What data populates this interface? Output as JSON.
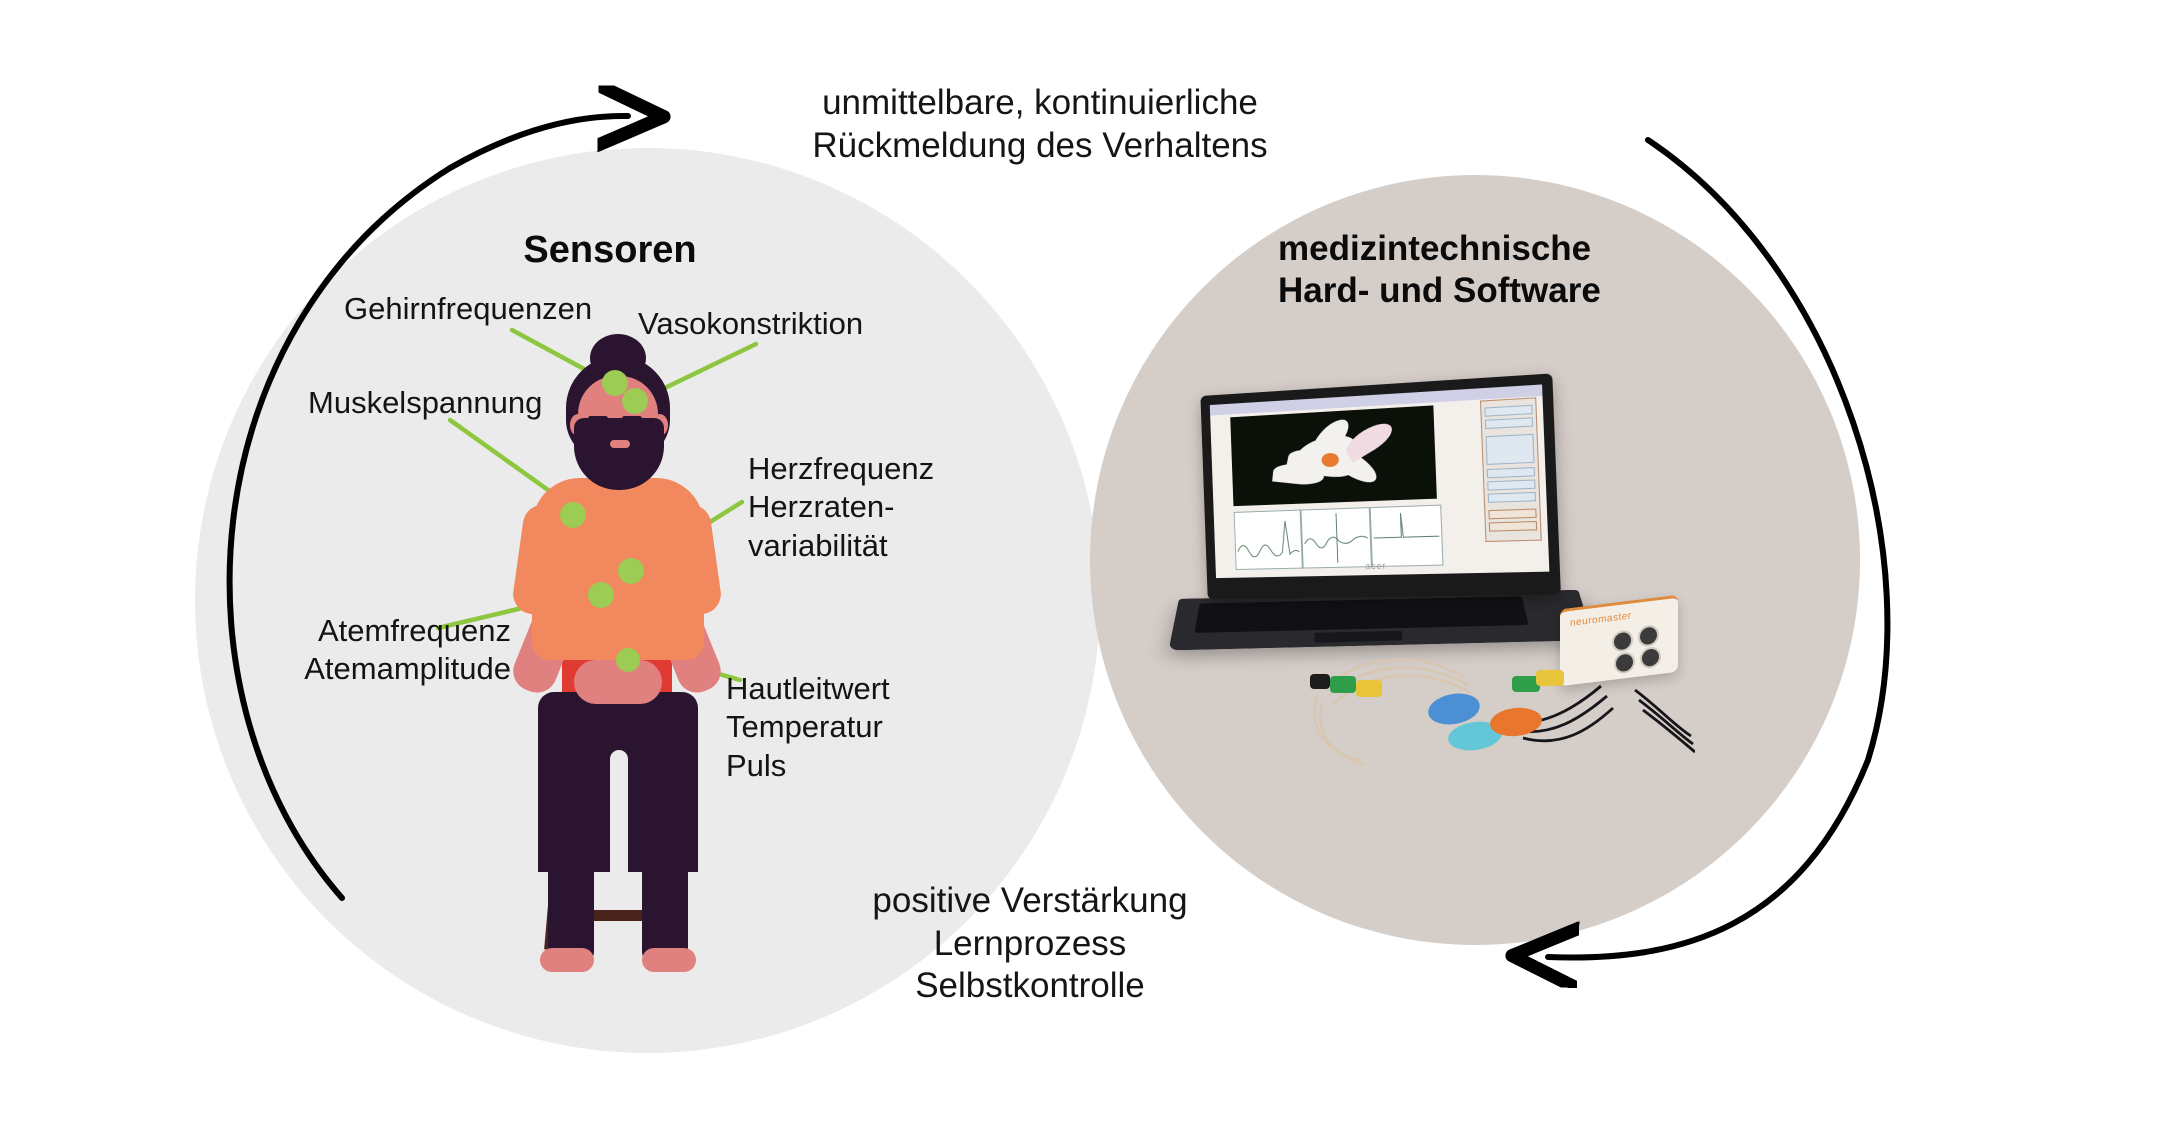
{
  "diagram": {
    "title_hidden": "Biofeedback-Regelkreis",
    "background_color": "#ffffff"
  },
  "captions": {
    "top": "unmittelbare, kontinuierliche\nRückmeldung des Verhaltens",
    "bottom": "positive Verstärkung\nLernprozess\nSelbstkontrolle"
  },
  "left_circle": {
    "title": "Sensoren",
    "fill_color": "#ebebeb",
    "labels": [
      {
        "id": "gehirnfrequenzen",
        "text": "Gehirnfrequenzen"
      },
      {
        "id": "vasokonstriktion",
        "text": "Vasokonstriktion"
      },
      {
        "id": "muskelspannung",
        "text": "Muskelspannung"
      },
      {
        "id": "herzfrequenz",
        "text": "Herzfrequenz\nHerzraten-\nvariabilität"
      },
      {
        "id": "atemfrequenz",
        "text": "Atemfrequenz\nAtemamplitude"
      },
      {
        "id": "hautleitwert",
        "text": "Hautleitwert\nTemperatur\nPuls"
      }
    ],
    "sensor_dot_color": "#9ccc54",
    "leader_line_color": "#8dc63f",
    "illustration": {
      "name": "seated-meditating-person",
      "shirt_color": "#f2885e",
      "skin_color": "#e0807f",
      "hair_color": "#2b1430",
      "trousers_color": "#2b1430",
      "chair_color": "#e03b33",
      "chair_leg_color": "#4a241c",
      "sensor_points": [
        "head",
        "temple",
        "shoulder",
        "chest",
        "abdomen",
        "hand"
      ]
    }
  },
  "right_circle": {
    "title": "medizintechnische\nHard- und Software",
    "fill_color": "#d5cdc8",
    "photo": {
      "name": "laptop-with-biofeedback-software",
      "laptop_brand": "acer",
      "amplifier_label": "neuromaster",
      "amplifier_accent_color": "#e08a3c",
      "screen_elements": [
        "water-lily-photo",
        "signal-graph-1",
        "signal-graph-2",
        "signal-graph-3",
        "control-panel"
      ],
      "sensor_pod_colors": [
        "#4b8fd4",
        "#63c7d8",
        "#e8762c"
      ],
      "electrode_clip_colors": [
        "#1c1c1c",
        "#2e9e4a",
        "#e8c43a"
      ]
    }
  },
  "arrows": {
    "top_arc": {
      "direction": "left-to-right",
      "color": "#000000",
      "has_arrowhead": true
    },
    "bottom_arc": {
      "direction": "right-to-left",
      "color": "#000000",
      "has_arrowhead": true
    }
  }
}
